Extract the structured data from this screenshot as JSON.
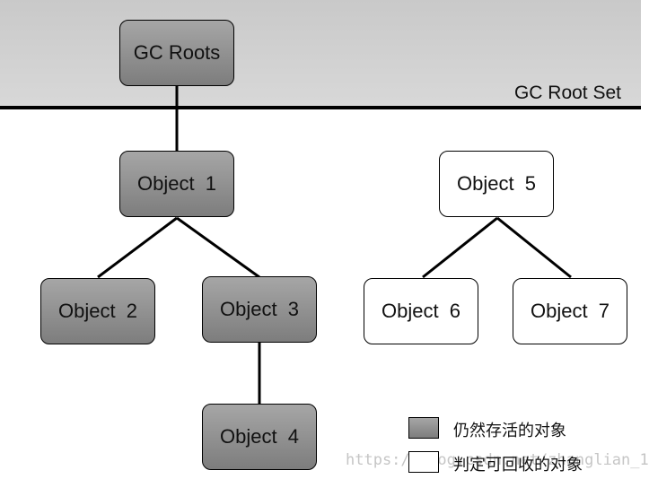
{
  "root_set": {
    "label": "GC Root Set"
  },
  "nodes": {
    "gc_roots": "GC Roots",
    "object_1": "Object  1",
    "object_2": "Object  2",
    "object_3": "Object  3",
    "object_4": "Object  4",
    "object_5": "Object  5",
    "object_6": "Object  6",
    "object_7": "Object  7"
  },
  "legend": {
    "alive_label": "仍然存活的对象",
    "collectable_label": "判定可回收的对象"
  },
  "watermark": {
    "text": "https://blog.csdn.net/zhanglian_1"
  },
  "colors": {
    "alive_fill": "#8c8c8c",
    "collectable_fill": "#ffffff",
    "root_band": "#d0d0d0"
  }
}
